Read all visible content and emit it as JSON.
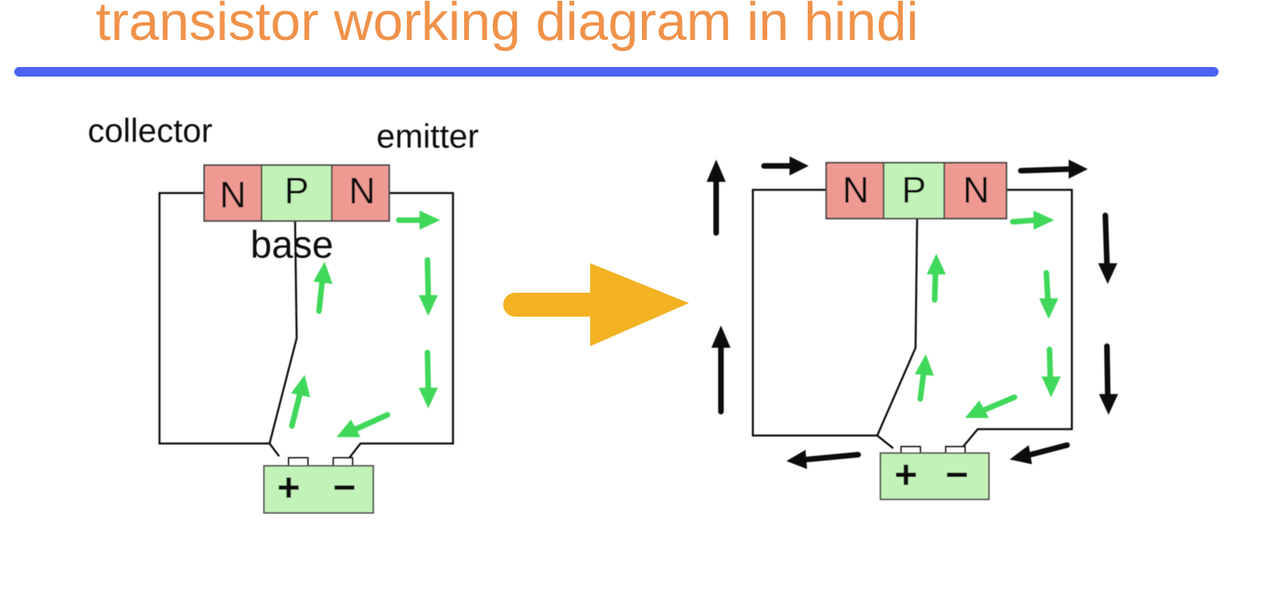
{
  "header": {
    "title": "transistor working  diagram in hindi"
  },
  "colors": {
    "title": "#f0924a",
    "divider": "#4a63f0",
    "n_layer": "#ee9a93",
    "p_layer": "#c3f2b8",
    "battery": "#c3f2b8",
    "electron_arrow": "#3fd85a",
    "current_arrow": "#111111",
    "transition_arrow": "#f2b223"
  },
  "left_diagram": {
    "labels": {
      "collector": "collector",
      "emitter": "emitter",
      "base": "base"
    },
    "layers": [
      "N",
      "P",
      "N"
    ],
    "battery": {
      "positive": "+",
      "negative": "−"
    }
  },
  "transition": {
    "icon": "right-arrow-icon"
  },
  "right_diagram": {
    "layers": [
      "N",
      "P",
      "N"
    ],
    "battery": {
      "positive": "+",
      "negative": "−"
    }
  }
}
